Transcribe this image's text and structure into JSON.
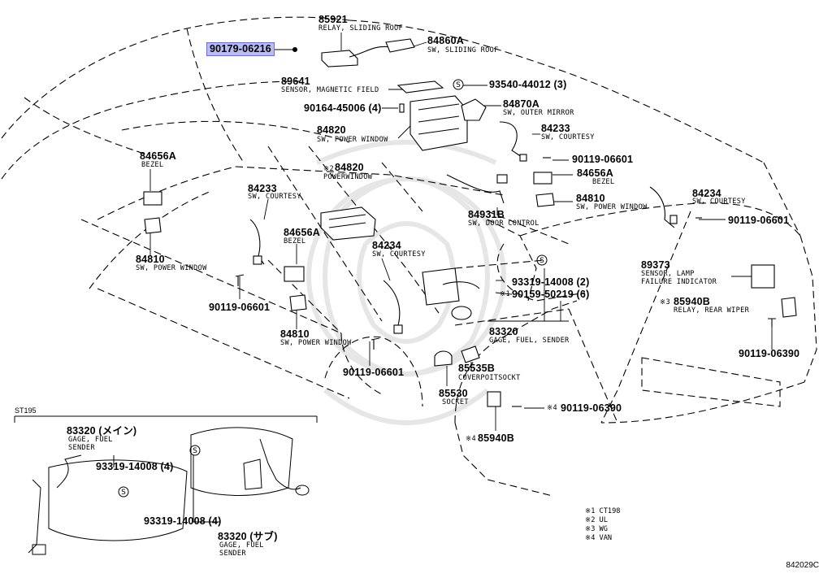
{
  "colors": {
    "line": "#000000",
    "highlight": "#b9bcf2",
    "highlight_border": "#6a6fd1",
    "watermark": "#e9e9e9"
  },
  "callouts": {
    "c85921": {
      "number": "85921",
      "desc": "RELAY, SLIDING ROOF"
    },
    "c90179": {
      "number": "90179-06216"
    },
    "c84860A": {
      "number": "84860A",
      "desc": "SW, SLIDING ROOF"
    },
    "c89641": {
      "number": "89641",
      "desc": "SENSOR, MAGNETIC FIELD"
    },
    "c93540": {
      "number": "93540-44012 (3)"
    },
    "c90164": {
      "number": "90164-45006 (4)"
    },
    "c84870A": {
      "number": "84870A",
      "desc": "SW, OUTER MIRROR"
    },
    "c84820a": {
      "number": "84820",
      "desc": "SW, POWER WINDOW"
    },
    "c84233a": {
      "number": "84233",
      "desc": "SW, COURTESY"
    },
    "c84656A_a": {
      "number": "84656A",
      "desc": "BEZEL"
    },
    "c90119a": {
      "number": "90119-06601"
    },
    "c84820b": {
      "number": "84820",
      "desc": "POWERWINDOW",
      "mark": "※2"
    },
    "c84656A_b": {
      "number": "84656A",
      "desc": "BEZEL"
    },
    "c84233b": {
      "number": "84233",
      "desc": "SW, COURTESY"
    },
    "c84810a": {
      "number": "84810",
      "desc": "SW, POWER WINDOW"
    },
    "c84234a": {
      "number": "84234",
      "desc": "SW, COURTESY"
    },
    "c84931B": {
      "number": "84931B",
      "desc": "SW, DOOR CONTROL"
    },
    "c90119b": {
      "number": "90119-06601"
    },
    "c84656A_c": {
      "number": "84656A",
      "desc": "BEZEL"
    },
    "c84810b": {
      "number": "84810",
      "desc": "SW, POWER WINDOW"
    },
    "c84234b": {
      "number": "84234",
      "desc": "SW, COURTESY"
    },
    "c93319a": {
      "number": "93319-14008 (2)"
    },
    "c90159": {
      "number": "90159-50219 (6)",
      "mark": "※1"
    },
    "c89373": {
      "number": "89373",
      "desc": "SENSOR, LAMP",
      "desc2": "FAILURE INDICATOR"
    },
    "c85940B_a": {
      "number": "85940B",
      "desc": "RELAY, REAR WIPER",
      "mark": "※3"
    },
    "c90119c": {
      "number": "90119-06601"
    },
    "c84810c": {
      "number": "84810",
      "desc": "SW, POWER WINDOW"
    },
    "c83320a": {
      "number": "83320",
      "desc": "GAGE, FUEL, SENDER"
    },
    "c90119d": {
      "number": "90119-06601"
    },
    "c90119e": {
      "number": "90119-06390"
    },
    "c85535B": {
      "number": "85535B",
      "desc": "COVERPOITSOCKT"
    },
    "c85530": {
      "number": "85530",
      "desc": "SOCKET"
    },
    "c90119f": {
      "number": "90119-06390",
      "mark": "※4"
    },
    "c85940B_b": {
      "number": "85940B",
      "mark": "※4"
    },
    "c83320b": {
      "number": "83320 (メイン)",
      "desc": "GAGE, FUEL",
      "desc2": "SENDER"
    },
    "c93319b": {
      "number": "93319-14008 (4)"
    },
    "c93319c": {
      "number": "93319-14008 (4)"
    },
    "c83320c": {
      "number": "83320 (サブ)",
      "desc": "GAGE, FUEL",
      "desc2": "SENDER"
    }
  },
  "inset_label": "ST195",
  "notes": [
    "※1  CT198",
    "※2  UL",
    "※3  WG",
    "※4  VAN"
  ],
  "diagram_code": "842029C",
  "s_marker": "S"
}
